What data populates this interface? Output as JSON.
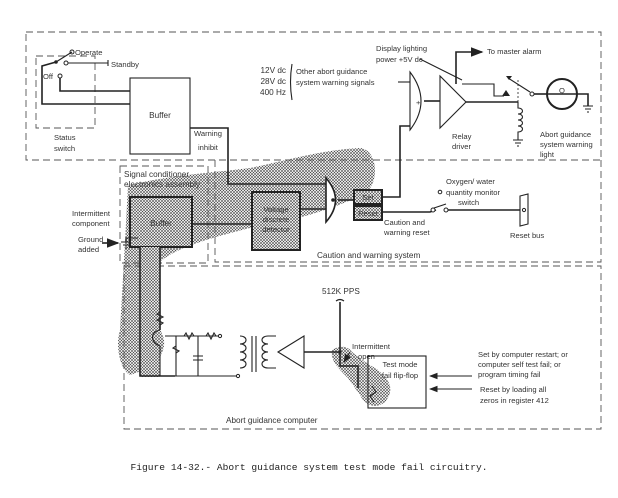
{
  "caption": "Figure 14-32.- Abort guidance system test mode fail circuitry.",
  "regions": {
    "status_switch": "Status switch",
    "signal_conditioner": "Signal conditioner electronics assembly",
    "caution_warning_system": "Caution and warning system",
    "abort_guidance_computer": "Abort guidance computer"
  },
  "status_switch": {
    "operate": "Operate",
    "standby": "Standby",
    "off": "Off",
    "label_line1": "Status",
    "label_line2": "switch"
  },
  "blocks": {
    "buffer_top": "Buffer",
    "buffer_sce": "Buffer",
    "voltage_detector": [
      "Voltage",
      "discrete",
      "detector"
    ],
    "set": "Set",
    "reset": "Reset",
    "relay_driver": [
      "Relay",
      "driver"
    ],
    "test_mode_ff": [
      "Test mode",
      "fail flip-flop"
    ],
    "or_gate_symbol": "+",
    "lamp_symbol": "Q"
  },
  "labels": {
    "warning_inhibit": [
      "Warning",
      "inhibit"
    ],
    "voltages": [
      "12V dc",
      "28V dc",
      "400 Hz"
    ],
    "other_signals": [
      "Other abort guidance",
      "system warning signals"
    ],
    "display_lighting": [
      "Display lighting",
      "power +5V dc"
    ],
    "to_master_alarm": "To master alarm",
    "warning_light": [
      "Abort guidance",
      "system warning",
      "light"
    ],
    "oxygen_switch": [
      "Oxygen/ water",
      "quantity monitor",
      "switch"
    ],
    "caution_reset": [
      "Caution and",
      "warning reset"
    ],
    "reset_bus": "Reset bus",
    "intermittent_component": [
      "Intermittent",
      "component"
    ],
    "ground_added": [
      "Ground",
      "added"
    ],
    "pps": "512K PPS",
    "intermittent_open": [
      "Intermittent",
      "open"
    ],
    "set_by": [
      "Set by computer restart; or",
      "computer self test fail; or",
      "program timing fail"
    ],
    "reset_by": [
      "Reset by loading all",
      "zeros in register 412"
    ]
  }
}
